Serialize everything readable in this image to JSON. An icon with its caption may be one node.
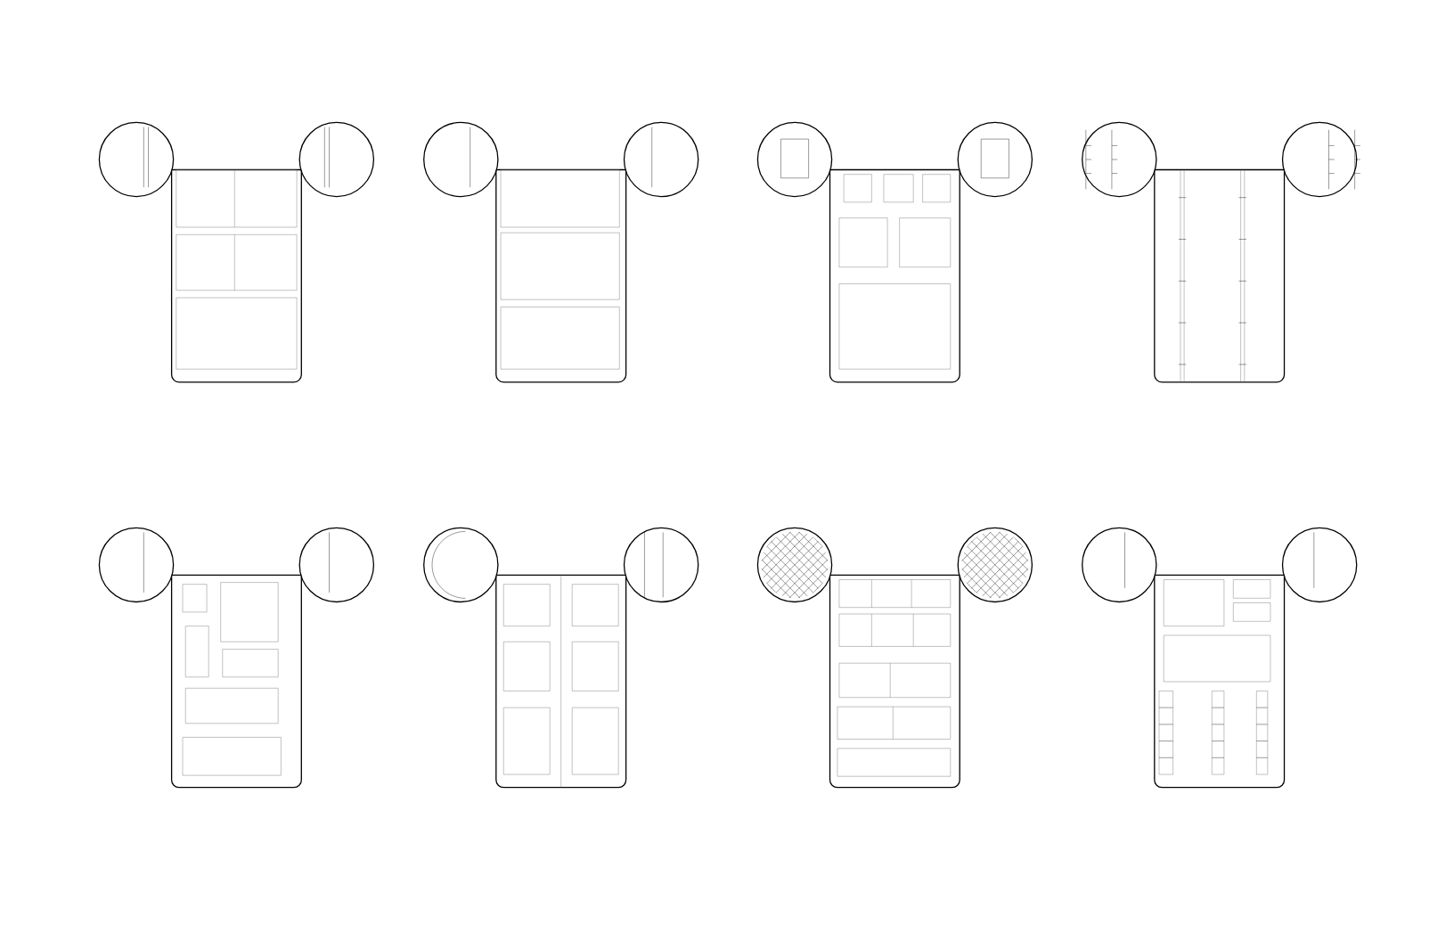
{
  "diagram": {
    "nodes": [
      {
        "text": [],
        "shape": "picture"
      },
      {
        "text": [],
        "shape": "picture"
      },
      {
        "text": [],
        "shape": "picture"
      },
      {
        "text": [],
        "shape": "picture"
      },
      {
        "text": [],
        "shape": "picture"
      },
      {
        "text": [],
        "shape": "picture"
      },
      {
        "text": [],
        "shape": "picture"
      },
      {
        "text": [],
        "shape": "picture"
      }
    ]
  }
}
